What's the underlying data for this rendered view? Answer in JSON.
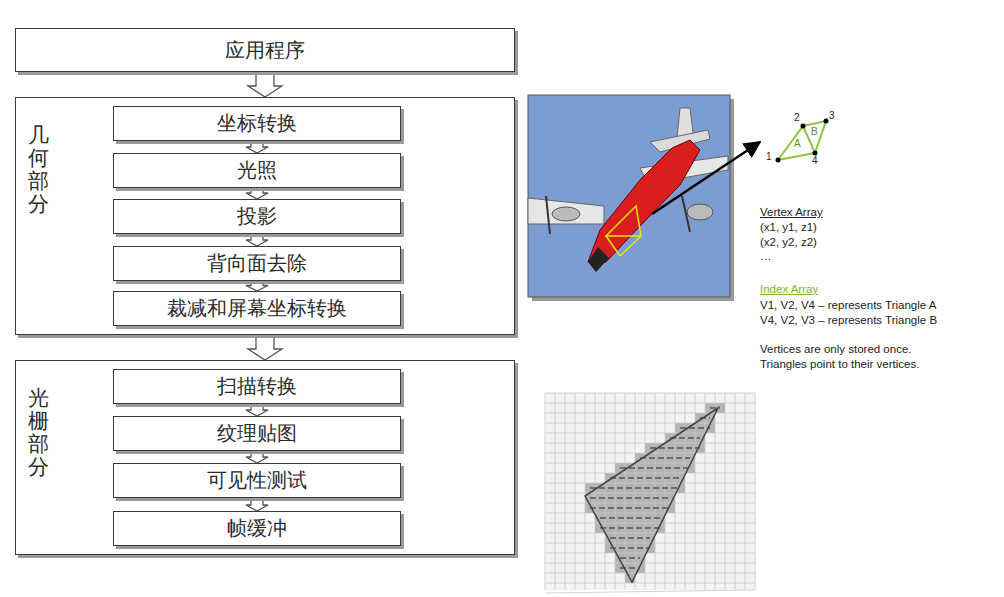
{
  "diagram": {
    "nodes": [
      {
        "text": [
          "应用程序"
        ]
      },
      {
        "text": [
          "几何部分"
        ]
      },
      {
        "text": [
          "坐标转换"
        ],
        "in": 1
      },
      {
        "text": [
          "光照"
        ],
        "in": 1
      },
      {
        "text": [
          "投影"
        ],
        "in": 1
      },
      {
        "text": [
          "背向面去除"
        ],
        "in": 1
      },
      {
        "text": [
          "裁减和屏幕坐标转换"
        ],
        "in": 1
      },
      {
        "text": [
          "光栅部分"
        ]
      },
      {
        "text": [
          "扫描转换"
        ],
        "in": 7
      },
      {
        "text": [
          "纹理贴图"
        ],
        "in": 7
      },
      {
        "text": [
          "可见性测试"
        ],
        "in": 7
      },
      {
        "text": [
          "帧缓冲"
        ],
        "in": 7
      }
    ],
    "edges": [
      {
        "from": 0,
        "to": 1,
        "arrow": "to"
      },
      {
        "from": 2,
        "to": 3,
        "arrow": "to"
      },
      {
        "from": 3,
        "to": 4,
        "arrow": "to"
      },
      {
        "from": 4,
        "to": 5,
        "arrow": "to"
      },
      {
        "from": 5,
        "to": 6,
        "arrow": "to"
      },
      {
        "from": 1,
        "to": 7,
        "arrow": "to"
      },
      {
        "from": 8,
        "to": 9,
        "arrow": "to"
      },
      {
        "from": 9,
        "to": 10,
        "arrow": "to"
      },
      {
        "from": 10,
        "to": 11,
        "arrow": "to"
      }
    ],
    "labels": [
      "1",
      "2",
      "3",
      "4",
      "A",
      "B",
      "Vertex Array",
      "(x1, y1, z1)",
      "(x2, y2, z2)",
      "…",
      "Index Array",
      "V1, V2, V4 – represents Triangle A",
      "V4, V2, V3 – represents Triangle B",
      "Vertices are only stored once.",
      "Triangles point to their vertices."
    ]
  }
}
